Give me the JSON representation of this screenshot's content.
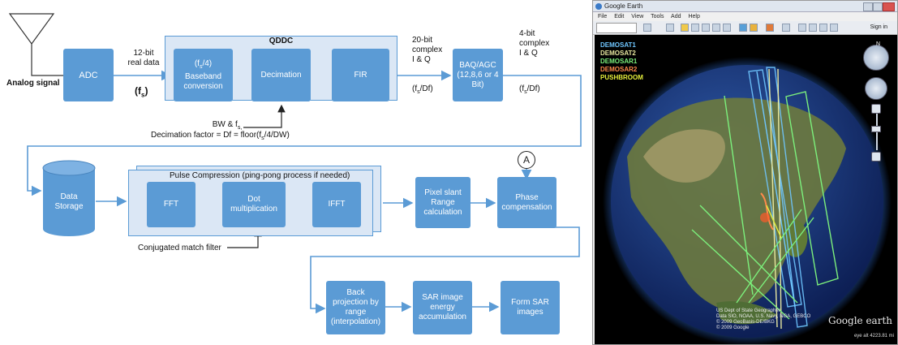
{
  "diagram": {
    "analog_signal": "Analog signal",
    "adc": "ADC",
    "adc_out_bits": "12-bit",
    "adc_out_type": "real data",
    "fs_symbol": "(f",
    "fs_sub": "s",
    "fs_close": ")",
    "qddc_title": "QDDC",
    "baseband_l1": "(f",
    "baseband_sub": "s",
    "baseband_l1b": "/4)",
    "baseband_l2": "Baseband",
    "baseband_l3": "conversion",
    "decimation": "Decimation",
    "fir": "FIR",
    "bw_label": "BW & f",
    "bw_sub": "s,",
    "decimation_factor": "Decimation factor = Df = floor(f",
    "decimation_factor_sub": "s",
    "decimation_factor_end": "/4/DW)",
    "out20_l1": "20-bit",
    "out20_l2": "complex",
    "out20_l3": "I & Q",
    "out20_rate": "(f",
    "out20_rate_sub": "s",
    "out20_rate_end": "/Df)",
    "baq_l1": "BAQ/AGC",
    "baq_l2": "(12,8,6 or 4",
    "baq_l3": "Bit)",
    "out4_l1": "4-bit",
    "out4_l2": "complex",
    "out4_l3": "I & Q",
    "out4_rate": "(f",
    "out4_rate_sub": "s",
    "out4_rate_end": "/Df)",
    "data_storage_l1": "Data",
    "data_storage_l2": "Storage",
    "pulse_title": "Pulse Compression (ping-pong process if needed)",
    "fft": "FFT",
    "dot_l1": "Dot",
    "dot_l2": "multiplication",
    "ifft": "IFFT",
    "match_filter": "Conjugated match filter",
    "pixel_l1": "Pixel slant",
    "pixel_l2": "Range",
    "pixel_l3": "calculation",
    "phase_l1": "Phase",
    "phase_l2": "compensation",
    "marker_a": "A",
    "back_l1": "Back",
    "back_l2": "projection by",
    "back_l3": "range",
    "back_l4": "(interpolation)",
    "sar_energy_l1": "SAR image",
    "sar_energy_l2": "energy",
    "sar_energy_l3": "accumulation",
    "form_sar_l1": "Form SAR",
    "form_sar_l2": "images",
    "colors": {
      "block": "#5b9bd5",
      "frame": "#dbe7f5",
      "arrow": "#5b9bd5"
    }
  },
  "google_earth": {
    "window_title": "Google Earth",
    "menu": [
      "File",
      "Edit",
      "View",
      "Tools",
      "Add",
      "Help"
    ],
    "sign_in": "Sign in",
    "legend": [
      {
        "label": "DEMOSAT1",
        "color": "#6fc6ff"
      },
      {
        "label": "DEMOSAT2",
        "color": "#e8e8a0"
      },
      {
        "label": "DEMOSAR1",
        "color": "#7cf07c"
      },
      {
        "label": "DEMOSAR2",
        "color": "#ff8a4c"
      },
      {
        "label": "PUSHBROOM",
        "color": "#e6f03c"
      }
    ],
    "credits": [
      "US Dept of State Geographer",
      "Data SIO, NOAA, U.S. Navy, NGA, GEBCO",
      "© 2009 GeoBasis-DE/BKG",
      "© 2009 Google"
    ],
    "logo": "Google earth",
    "eye_alt": "eye alt 4223.81 mi"
  }
}
